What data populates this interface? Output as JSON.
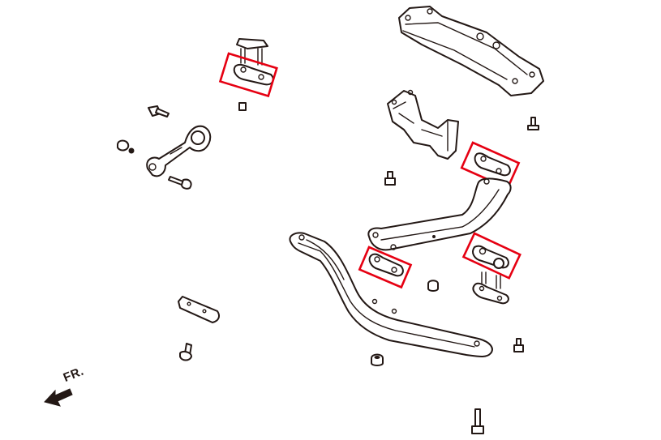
{
  "diagram": {
    "type": "exploded-parts-diagram",
    "subject": "transmission crossmember / subframe mount assembly",
    "direction_indicator": {
      "label": "FR.",
      "icon": "arrow-left-icon"
    },
    "highlight_color": "#e60012",
    "line_color": "#231815",
    "background": "#ffffff",
    "highlighted_parts_count": 4,
    "parts": [
      {
        "id": "top-crossmember",
        "label": ""
      },
      {
        "id": "upper-left-bushing-pad",
        "label": "",
        "highlighted": true
      },
      {
        "id": "pitch-stop-link",
        "label": ""
      },
      {
        "id": "transmission-bracket",
        "label": ""
      },
      {
        "id": "right-upper-bushing-pad",
        "label": "",
        "highlighted": true
      },
      {
        "id": "rear-crossmember-arm",
        "label": ""
      },
      {
        "id": "center-bushing-pad",
        "label": "",
        "highlighted": true
      },
      {
        "id": "right-lower-bushing-pad",
        "label": "",
        "highlighted": true
      },
      {
        "id": "lower-long-crossmember",
        "label": ""
      },
      {
        "id": "spacer-plate",
        "label": ""
      },
      {
        "id": "bolts-and-nuts",
        "label": ""
      }
    ]
  }
}
